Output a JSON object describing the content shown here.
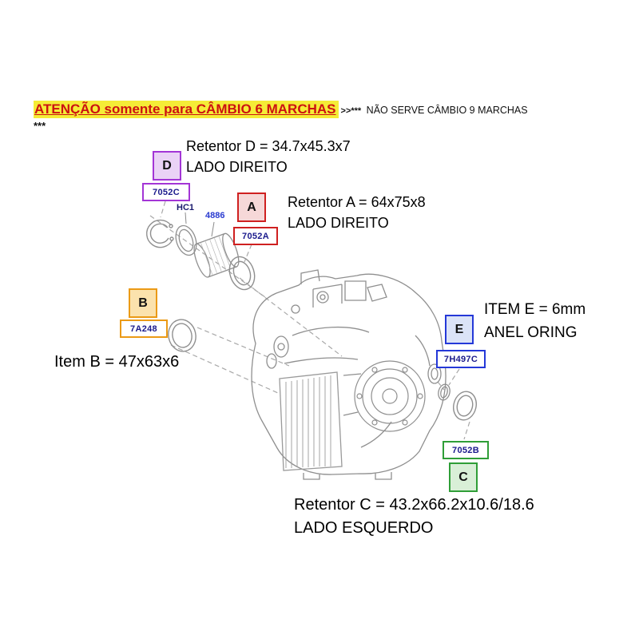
{
  "attention": {
    "highlight": "ATENÇÃO somente para CÂMBIO 6 MARCHAS",
    "arrows": ">>***",
    "note": "NÃO SERVE CÂMBIO 9 MARCHAS",
    "asterisks": "***"
  },
  "callouts": {
    "d": {
      "letter": "D",
      "part": "7052C",
      "line1": "Retentor D = 34.7x45.3x7",
      "line2": "LADO DIREITO",
      "color": "#a335d6"
    },
    "a": {
      "letter": "A",
      "part": "7052A",
      "line1": "Retentor A = 64x75x8",
      "line2": "LADO DIREITO",
      "color": "#cf2020"
    },
    "b": {
      "letter": "B",
      "part": "7A248",
      "line1": "Item B = 47x63x6",
      "color": "#eb9a16"
    },
    "e": {
      "letter": "E",
      "part": "7H497C",
      "line1": "ITEM E = 6mm",
      "line2": "ANEL ORING",
      "color": "#2438d8"
    },
    "c": {
      "letter": "C",
      "part": "7052B",
      "line1": "Retentor C = 43.2x66.2x10.6/18.6",
      "line2": "LADO ESQUERDO",
      "color": "#2f9e37"
    }
  },
  "inline_labels": {
    "hc1": "HC1",
    "code4886": "4886"
  },
  "palette": {
    "highlight_bg": "#f5ec37",
    "highlight_text": "#cc1111",
    "part_number_text": "#1a1a8c",
    "diagram_line": "#8f8f8f"
  }
}
